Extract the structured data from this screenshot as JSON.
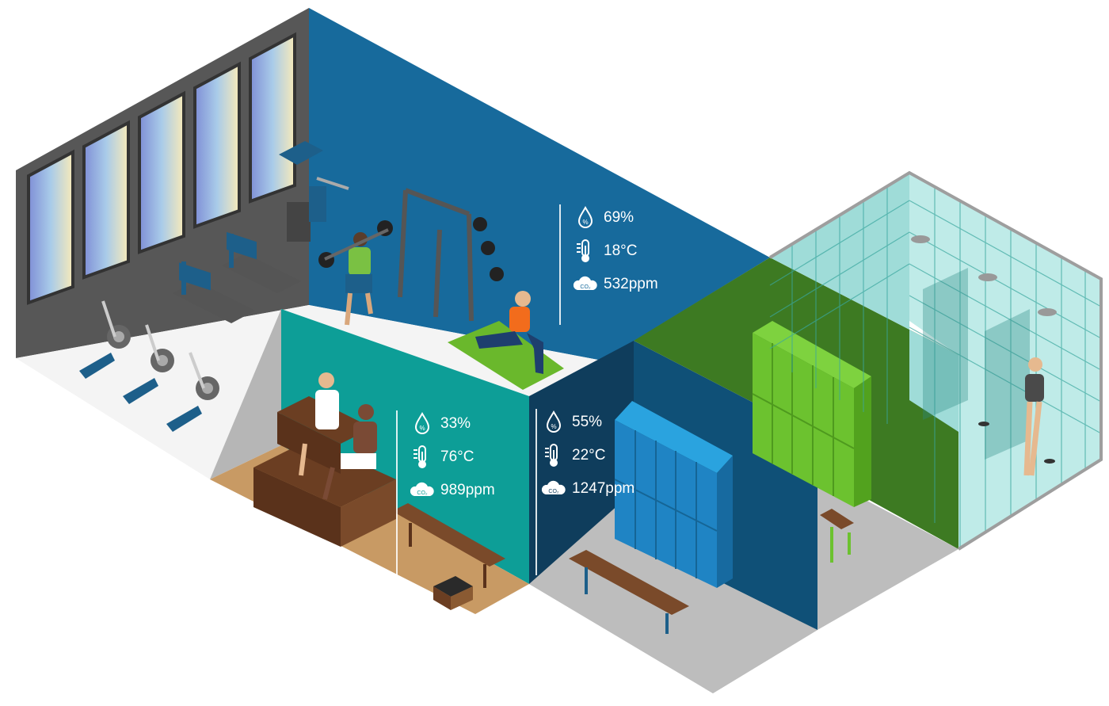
{
  "zones": {
    "gym": {
      "humidity": "69%",
      "temperature": "18°C",
      "co2": "532ppm"
    },
    "sauna": {
      "humidity": "33%",
      "temperature": "76°C",
      "co2": "989ppm"
    },
    "changing_room": {
      "humidity": "55%",
      "temperature": "22°C",
      "co2": "1247ppm"
    }
  },
  "icons": {
    "humidity": "humidity-drop-icon",
    "temperature": "thermometer-icon",
    "co2": "co2-cloud-icon"
  },
  "colors": {
    "gym_wall": "#176a9c",
    "sauna_wall": "#0d9e97",
    "changing_wall": "#0f5077",
    "locker_green_wall": "#3d7a22",
    "shower_tiles": "#a9e0dc",
    "floor_grey": "#bdbdbd",
    "sauna_floor": "#c89a64",
    "outer_wall": "#5a5a5a"
  }
}
